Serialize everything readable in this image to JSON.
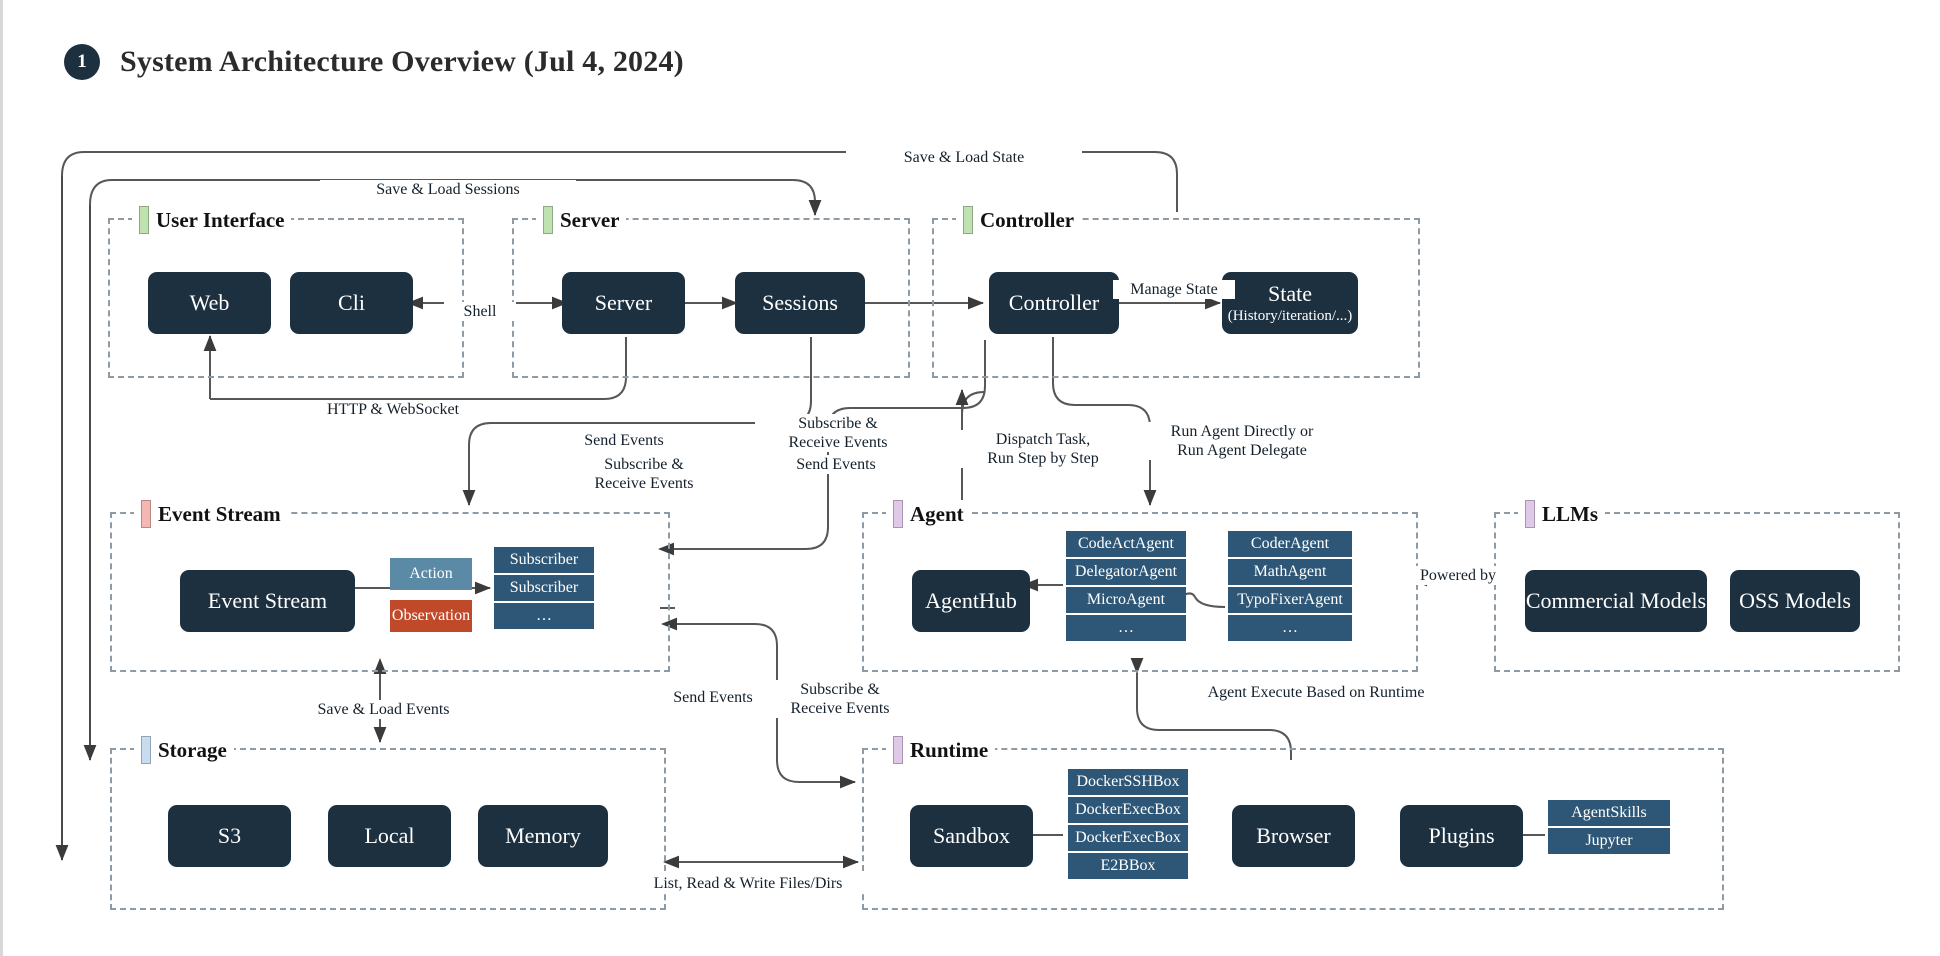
{
  "header": {
    "badge": "1",
    "title": "System Architecture Overview (Jul 4, 2024)"
  },
  "colors": {
    "node_fill": "#1d3040",
    "stack_fill": "#2e5777",
    "action": "#5a8aa6",
    "observation": "#c0492a",
    "group_border": "#8e9aa4",
    "bar_user_interface": "#bfe2b0",
    "bar_server": "#bfe2b0",
    "bar_controller": "#bfe2b0",
    "bar_event_stream": "#f5b7b1",
    "bar_agent": "#e0c8e8",
    "bar_llms": "#e0c8e8",
    "bar_storage": "#c7dcf0",
    "bar_runtime": "#e0c8e8"
  },
  "groups": [
    {
      "id": "user_interface",
      "label": "User Interface"
    },
    {
      "id": "server",
      "label": "Server"
    },
    {
      "id": "controller",
      "label": "Controller"
    },
    {
      "id": "event_stream",
      "label": "Event Stream"
    },
    {
      "id": "agent",
      "label": "Agent"
    },
    {
      "id": "llms",
      "label": "LLMs"
    },
    {
      "id": "storage",
      "label": "Storage"
    },
    {
      "id": "runtime",
      "label": "Runtime"
    }
  ],
  "nodes": {
    "web": {
      "label": "Web"
    },
    "cli": {
      "label": "Cli"
    },
    "server": {
      "label": "Server"
    },
    "sessions": {
      "label": "Sessions"
    },
    "controller": {
      "label": "Controller"
    },
    "state": {
      "label": "State",
      "sub": "(History/iteration/...)"
    },
    "event_stream": {
      "label": "Event Stream"
    },
    "agent_hub": {
      "label": "AgentHub"
    },
    "commercial_models": {
      "label": "Commercial Models"
    },
    "oss_models": {
      "label": "OSS Models"
    },
    "s3": {
      "label": "S3"
    },
    "local": {
      "label": "Local"
    },
    "memory": {
      "label": "Memory"
    },
    "sandbox": {
      "label": "Sandbox"
    },
    "browser": {
      "label": "Browser"
    },
    "plugins": {
      "label": "Plugins"
    }
  },
  "tags": {
    "action": "Action",
    "observation": "Observation"
  },
  "stacks": {
    "subscribers": [
      "Subscriber",
      "Subscriber",
      "…"
    ],
    "agents_primary": [
      "CodeActAgent",
      "DelegatorAgent",
      "MicroAgent",
      "…"
    ],
    "agents_secondary": [
      "CoderAgent",
      "MathAgent",
      "TypoFixerAgent",
      "…"
    ],
    "sandboxes": [
      "DockerSSHBox",
      "DockerExecBox",
      "DockerExecBox",
      "E2BBox"
    ],
    "plugin_items": [
      "AgentSkills",
      "Jupyter"
    ]
  },
  "edge_labels": {
    "save_load_state": "Save & Load State",
    "save_load_sessions": "Save & Load Sessions",
    "shell": "Shell",
    "manage_state": "Manage State",
    "http_websocket": "HTTP & WebSocket",
    "send_events_1": "Send Events",
    "subscribe_receive_1": "Subscribe &\nReceive Events",
    "subscribe_receive_2": "Subscribe &\nReceive Events",
    "send_events_2": "Send Events",
    "dispatch_task": "Dispatch Task,\nRun Step by Step",
    "run_agent": "Run Agent Directly or\nRun Agent Delegate",
    "powered_by": "Powered by",
    "save_load_events": "Save & Load Events",
    "send_events_3": "Send Events",
    "subscribe_receive_3": "Subscribe &\nReceive Events",
    "agent_execute": "Agent Execute Based on Runtime",
    "list_read_write": "List, Read & Write Files/Dirs"
  }
}
